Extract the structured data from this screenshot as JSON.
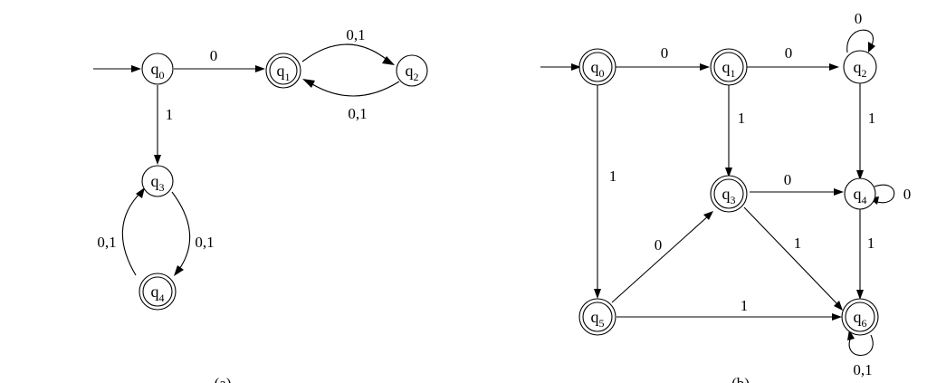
{
  "captions": [
    "(a)",
    "(b)"
  ],
  "automaton_a": {
    "states": [
      {
        "id": "a0",
        "name": "q",
        "sub": "0",
        "accepting": false,
        "initial": true
      },
      {
        "id": "a1",
        "name": "q",
        "sub": "1",
        "accepting": true,
        "initial": false
      },
      {
        "id": "a2",
        "name": "q",
        "sub": "2",
        "accepting": false,
        "initial": false
      },
      {
        "id": "a3",
        "name": "q",
        "sub": "3",
        "accepting": false,
        "initial": false
      },
      {
        "id": "a4",
        "name": "q",
        "sub": "4",
        "accepting": true,
        "initial": false
      }
    ],
    "transitions": [
      {
        "from": "q0",
        "to": "q1",
        "label": "0"
      },
      {
        "from": "q1",
        "to": "q2",
        "label": "0,1"
      },
      {
        "from": "q2",
        "to": "q1",
        "label": "0,1"
      },
      {
        "from": "q0",
        "to": "q3",
        "label": "1"
      },
      {
        "from": "q3",
        "to": "q4",
        "label": "0,1"
      },
      {
        "from": "q4",
        "to": "q3",
        "label": "0,1"
      }
    ]
  },
  "automaton_b": {
    "states": [
      {
        "id": "b0",
        "name": "q",
        "sub": "0",
        "accepting": true,
        "initial": true
      },
      {
        "id": "b1",
        "name": "q",
        "sub": "1",
        "accepting": true,
        "initial": false
      },
      {
        "id": "b2",
        "name": "q",
        "sub": "2",
        "accepting": false,
        "initial": false
      },
      {
        "id": "b3",
        "name": "q",
        "sub": "3",
        "accepting": true,
        "initial": false
      },
      {
        "id": "b4",
        "name": "q",
        "sub": "4",
        "accepting": false,
        "initial": false
      },
      {
        "id": "b5",
        "name": "q",
        "sub": "5",
        "accepting": true,
        "initial": false
      },
      {
        "id": "b6",
        "name": "q",
        "sub": "6",
        "accepting": true,
        "initial": false
      }
    ],
    "transitions": [
      {
        "from": "q0",
        "to": "q1",
        "label": "0"
      },
      {
        "from": "q1",
        "to": "q2",
        "label": "0"
      },
      {
        "from": "q2",
        "to": "q2",
        "label": "0"
      },
      {
        "from": "q0",
        "to": "q5",
        "label": "1"
      },
      {
        "from": "q1",
        "to": "q3",
        "label": "1"
      },
      {
        "from": "q2",
        "to": "q4",
        "label": "1"
      },
      {
        "from": "q3",
        "to": "q4",
        "label": "0"
      },
      {
        "from": "q4",
        "to": "q4",
        "label": "0"
      },
      {
        "from": "q5",
        "to": "q3",
        "label": "0"
      },
      {
        "from": "q3",
        "to": "q6",
        "label": "1"
      },
      {
        "from": "q4",
        "to": "q6",
        "label": "1"
      },
      {
        "from": "q5",
        "to": "q6",
        "label": "1"
      },
      {
        "from": "q6",
        "to": "q6",
        "label": "0,1"
      }
    ]
  }
}
